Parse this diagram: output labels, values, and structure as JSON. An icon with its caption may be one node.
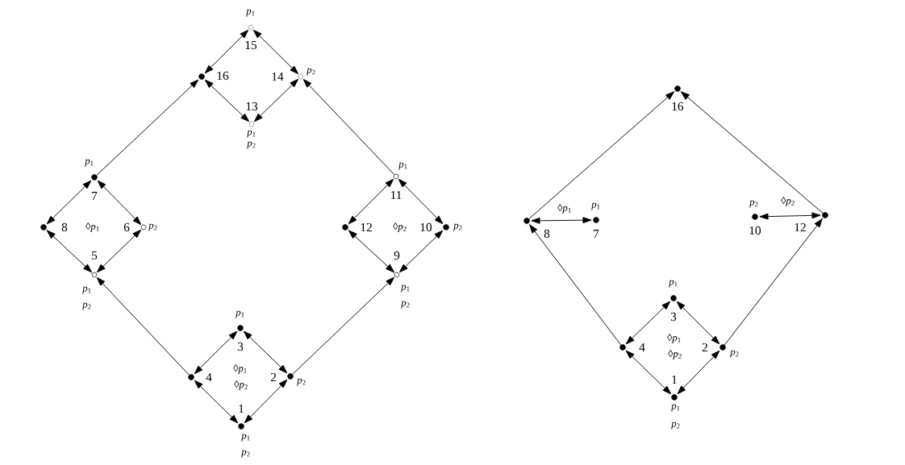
{
  "diagram": {
    "nodes": [
      {
        "text": [
          "15"
        ],
        "beside": [
          "*p*$_{1}$"
        ]
      },
      {
        "text": [
          "16"
        ]
      },
      {
        "text": [
          "14"
        ],
        "beside": [
          "*p*$_{2}$"
        ]
      },
      {
        "text": [
          "13"
        ],
        "beside": [
          "*p*$_{1}$",
          "*p*$_{2}$"
        ]
      },
      {
        "text": [
          "7"
        ],
        "beside": [
          "*p*$_{1}$"
        ]
      },
      {
        "text": [
          "11"
        ],
        "beside": [
          "*p*$_{1}$"
        ]
      },
      {
        "text": [
          "8"
        ]
      },
      {
        "text": [
          "6"
        ],
        "beside": [
          "*p*$_{2}$"
        ]
      },
      {
        "text": [
          "12"
        ]
      },
      {
        "text": [
          "10"
        ],
        "beside": [
          "*p*$_{2}$"
        ]
      },
      {
        "text": [
          "5"
        ],
        "beside": [
          "*p*$_{1}$",
          "*p*$_{2}$"
        ]
      },
      {
        "text": [
          "9"
        ],
        "beside": [
          "*p*$_{1}$",
          "*p*$_{2}$"
        ]
      },
      {
        "text": [
          "3"
        ],
        "beside": [
          "*p*$_{1}$"
        ]
      },
      {
        "text": [
          "4"
        ]
      },
      {
        "text": [
          "2"
        ],
        "beside": [
          "*p*$_{2}$"
        ]
      },
      {
        "text": [
          "1"
        ],
        "beside": [
          "*p*$_{1}$",
          "*p*$_{2}$"
        ]
      },
      {
        "text": [
          "16"
        ]
      },
      {
        "text": [
          "8"
        ]
      },
      {
        "text": [
          "7"
        ],
        "beside": [
          "*p*$_{1}$"
        ]
      },
      {
        "text": [
          "10"
        ],
        "beside": [
          "*p*$_{2}$"
        ]
      },
      {
        "text": [
          "12"
        ]
      },
      {
        "text": [
          "3"
        ],
        "beside": [
          "*p*$_{1}$"
        ]
      },
      {
        "text": [
          "4"
        ]
      },
      {
        "text": [
          "2"
        ],
        "beside": [
          "*p*$_{2}$"
        ]
      },
      {
        "text": [
          "1"
        ],
        "beside": [
          "*p*$_{1}$",
          "*p*$_{2}$"
        ]
      }
    ],
    "edges": [
      {
        "from": 0,
        "to": 1,
        "arrow": "both"
      },
      {
        "from": 0,
        "to": 2,
        "arrow": "both"
      },
      {
        "from": 4,
        "to": 1,
        "arrow": "to"
      },
      {
        "from": 5,
        "to": 2,
        "arrow": "to"
      },
      {
        "from": 1,
        "to": 3,
        "arrow": "both"
      },
      {
        "from": 3,
        "to": 2,
        "arrow": "both"
      },
      {
        "from": 4,
        "to": 6,
        "arrow": "both"
      },
      {
        "from": 4,
        "to": 7,
        "arrow": "both"
      },
      {
        "from": 5,
        "to": 8,
        "arrow": "both"
      },
      {
        "from": 5,
        "to": 9,
        "arrow": "both"
      },
      {
        "from": 6,
        "to": 10,
        "arrow": "both"
      },
      {
        "from": 7,
        "to": 10,
        "arrow": "both"
      },
      {
        "from": 8,
        "to": 11,
        "arrow": "both"
      },
      {
        "from": 9,
        "to": 11,
        "arrow": "both"
      },
      {
        "from": 13,
        "to": 10,
        "arrow": "to"
      },
      {
        "from": 14,
        "to": 11,
        "arrow": "to"
      },
      {
        "from": 12,
        "to": 13,
        "arrow": "both"
      },
      {
        "from": 12,
        "to": 14,
        "arrow": "both"
      },
      {
        "from": 13,
        "to": 15,
        "arrow": "both"
      },
      {
        "from": 14,
        "to": 15,
        "arrow": "both"
      },
      {
        "from": 17,
        "to": 16,
        "arrow": "to"
      },
      {
        "from": 20,
        "to": 16,
        "arrow": "to"
      },
      {
        "from": 17,
        "to": 18,
        "arrow": "both"
      },
      {
        "from": 19,
        "to": 20,
        "arrow": "both"
      },
      {
        "from": 22,
        "to": 17,
        "arrow": "to"
      },
      {
        "from": 23,
        "to": 20,
        "arrow": "to"
      },
      {
        "from": 21,
        "to": 22,
        "arrow": "both"
      },
      {
        "from": 21,
        "to": 23,
        "arrow": "both"
      },
      {
        "from": 22,
        "to": 24,
        "arrow": "both"
      },
      {
        "from": 23,
        "to": 24,
        "arrow": "both"
      }
    ],
    "labels": [
      "◊*p*$_{1}$",
      "◊*p*$_{2}$",
      "◊*p*$_{1}$",
      "◊*p*$_{2}$",
      "◊*p*$_{1}$",
      "◊*p*$_{2}$",
      "◊*p*$_{1}$",
      "◊*p*$_{2}$"
    ]
  }
}
